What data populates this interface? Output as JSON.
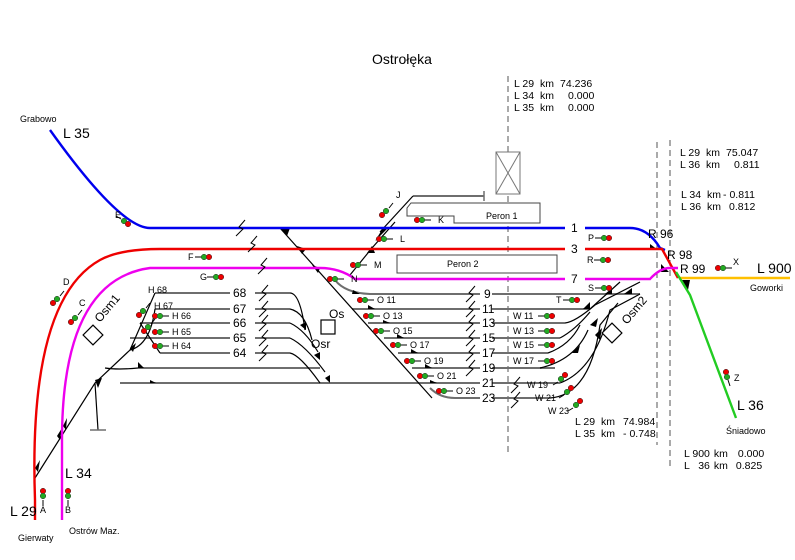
{
  "title": "Ostrołęka",
  "colors": {
    "line_35": "#0000ee",
    "line_29": "#ee0000",
    "line_34": "#ee00ee",
    "line_900": "#ffc000",
    "line_36": "#22cc22",
    "siding": "#6e6e6e",
    "signal_red": "#ee0000",
    "signal_green": "#22aa22"
  },
  "lines": {
    "l35": {
      "label": "L 35",
      "destination": "Grabowo"
    },
    "l29": {
      "label": "L 29",
      "destination": "Gierwaty"
    },
    "l34": {
      "label": "L 34",
      "destination": "Ostrów Maz."
    },
    "l900": {
      "label": "L 900",
      "destination": "Goworki"
    },
    "l36": {
      "label": "L 36",
      "destination": "Śniadowo"
    }
  },
  "mileposts": {
    "top": [
      {
        "line": "L 29",
        "unit": "km",
        "value": "74.236"
      },
      {
        "line": "L 34",
        "unit": "km",
        "value": "0.000"
      },
      {
        "line": "L 35",
        "unit": "km",
        "value": "0.000"
      }
    ],
    "right_a": [
      {
        "line": "L 29",
        "unit": "km",
        "value": "75.047"
      },
      {
        "line": "L 36",
        "unit": "km",
        "value": "0.811"
      }
    ],
    "right_b": [
      {
        "line": "L 34",
        "unit": "km",
        "value": "- 0.811"
      },
      {
        "line": "L 36",
        "unit": "km",
        "value": "0.812"
      }
    ],
    "bottom_mid": [
      {
        "line": "L 29",
        "unit": "km",
        "value": "74.984"
      },
      {
        "line": "L 35",
        "unit": "km",
        "value": "- 0.748"
      }
    ],
    "bottom_right": [
      {
        "line": "L 900",
        "unit": "km",
        "value": "0.000"
      },
      {
        "line": "L   36",
        "unit": "km",
        "value": "0.825"
      }
    ]
  },
  "platforms": {
    "p1": "Peron 1",
    "p2": "Peron 2"
  },
  "boxes": {
    "osm1": "Osm1",
    "osm2": "Osm2",
    "os": "Os",
    "osr": "Osr"
  },
  "tracks": {
    "main": [
      "1",
      "3",
      "7"
    ],
    "yard": [
      "9",
      "11",
      "13",
      "15",
      "17",
      "19",
      "21",
      "23"
    ],
    "sidings": [
      "68",
      "67",
      "66",
      "65",
      "64"
    ]
  },
  "signals": {
    "A": "A",
    "B": "B",
    "C": "C",
    "D": "D",
    "E": "E",
    "F": "F",
    "G": "G",
    "J": "J",
    "K": "K",
    "L": "L",
    "M": "M",
    "N": "N",
    "P": "P",
    "R": "R",
    "S": "S",
    "T": "T",
    "X": "X",
    "Z": "Z",
    "H68": "H 68",
    "H67": "H 67",
    "H66": "H 66",
    "H65": "H 65",
    "H64": "H 64",
    "O11": "O 11",
    "O13": "O 13",
    "O15": "O 15",
    "O17": "O 17",
    "O19": "O 19",
    "O21": "O 21",
    "O23": "O 23",
    "W11": "W 11",
    "W13": "W 13",
    "W15": "W 15",
    "W17": "W 17",
    "W19": "W 19",
    "W21": "W 21",
    "W23": "W 23"
  },
  "switch_labels": {
    "r96": "R 96",
    "r98": "R 98",
    "r99": "R 99"
  }
}
